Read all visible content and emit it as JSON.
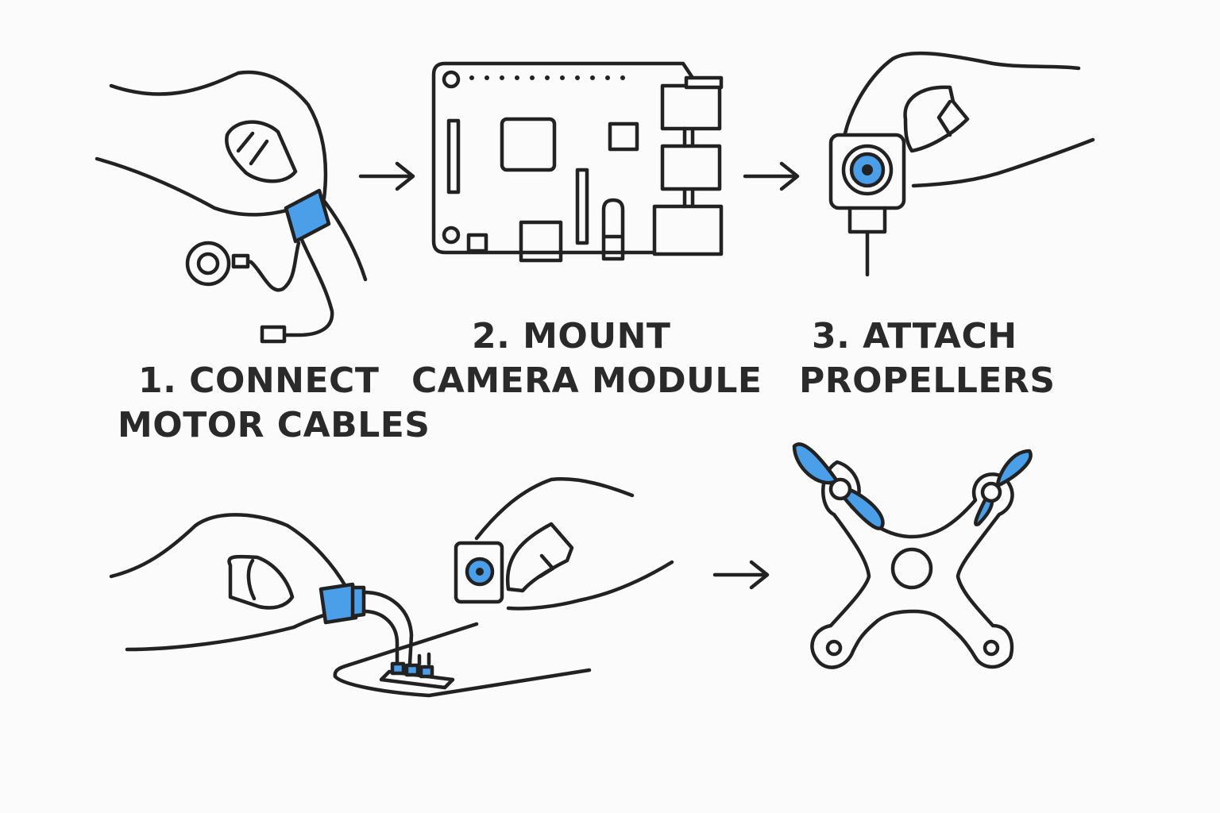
{
  "colors": {
    "ink": "#222222",
    "accent": "#4a9fe8",
    "background": "#fbfbfb"
  },
  "steps": [
    {
      "line1": "1. CONNECT",
      "line2": "MOTOR CABLES"
    },
    {
      "line1": "2. MOUNT",
      "line2": "CAMERA MODULE"
    },
    {
      "line1": "3. ATTACH",
      "line2": "PROPELLERS"
    }
  ]
}
